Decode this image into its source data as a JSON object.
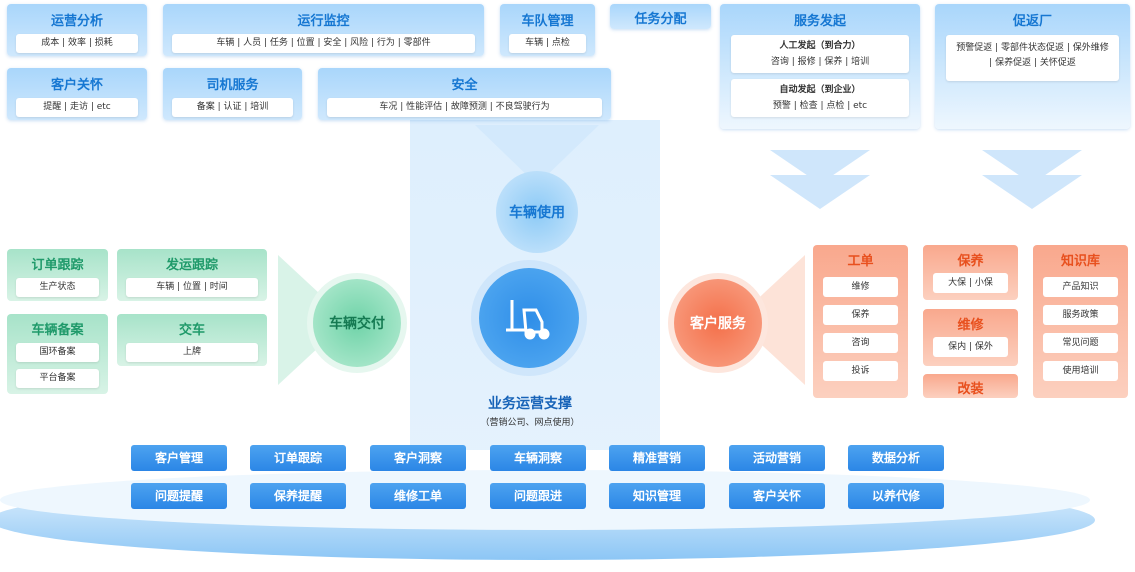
{
  "top": {
    "ops_analysis": {
      "title": "运营分析",
      "items": "成本 | 效率 | 损耗"
    },
    "monitoring": {
      "title": "运行监控",
      "items": "车辆 | 人员 | 任务 | 位置 | 安全 | 风险 | 行为 | 零部件"
    },
    "fleet": {
      "title": "车队管理",
      "items": "车辆 | 点检"
    },
    "task": {
      "title": "任务分配"
    },
    "care": {
      "title": "客户关怀",
      "items": "提醒 | 走访 | etc"
    },
    "driver": {
      "title": "司机服务",
      "items": "备案 | 认证 | 培训"
    },
    "safety": {
      "title": "安全",
      "items": "车况 | 性能评估 | 故障预测 | 不良驾驶行为"
    },
    "service_start": {
      "title": "服务发起",
      "manual_title": "人工发起（到合力）",
      "manual_items": "咨询 | 报修 | 保养 | 培训",
      "auto_title": "自动发起（到企业）",
      "auto_items": "预警 | 检查 | 点检 | etc"
    },
    "return": {
      "title": "促返厂",
      "items": "预警促返 | 零部件状态促返 | 保外维修 | 保养促返 | 关怀促返"
    }
  },
  "left": {
    "order": {
      "title": "订单跟踪",
      "items": "生产状态"
    },
    "ship": {
      "title": "发运跟踪",
      "items": "车辆 | 位置 | 时间"
    },
    "filing": {
      "title": "车辆备案",
      "items": [
        "国环备案",
        "平台备案"
      ]
    },
    "handover": {
      "title": "交车",
      "items": "上牌"
    }
  },
  "center": {
    "delivery": "车辆交付",
    "usage": "车辆使用",
    "service": "客户服务",
    "support_title": "业务运营支撑",
    "support_sub": "（营销公司、网点使用）"
  },
  "right": {
    "workorder": {
      "title": "工单",
      "items": [
        "维修",
        "保养",
        "咨询",
        "投诉"
      ]
    },
    "maint": {
      "title": "保养",
      "items": "大保 | 小保"
    },
    "repair": {
      "title": "维修",
      "items": "保内 | 保外"
    },
    "modify": {
      "title": "改装"
    },
    "kb": {
      "title": "知识库",
      "items": [
        "产品知识",
        "服务政策",
        "常见问题",
        "使用培训"
      ]
    }
  },
  "bottom": {
    "row1": [
      "客户管理",
      "订单跟踪",
      "客户洞察",
      "车辆洞察",
      "精准营销",
      "活动营销",
      "数据分析"
    ],
    "row2": [
      "问题提醒",
      "保养提醒",
      "维修工单",
      "问题跟进",
      "知识管理",
      "客户关怀",
      "以养代修"
    ]
  }
}
